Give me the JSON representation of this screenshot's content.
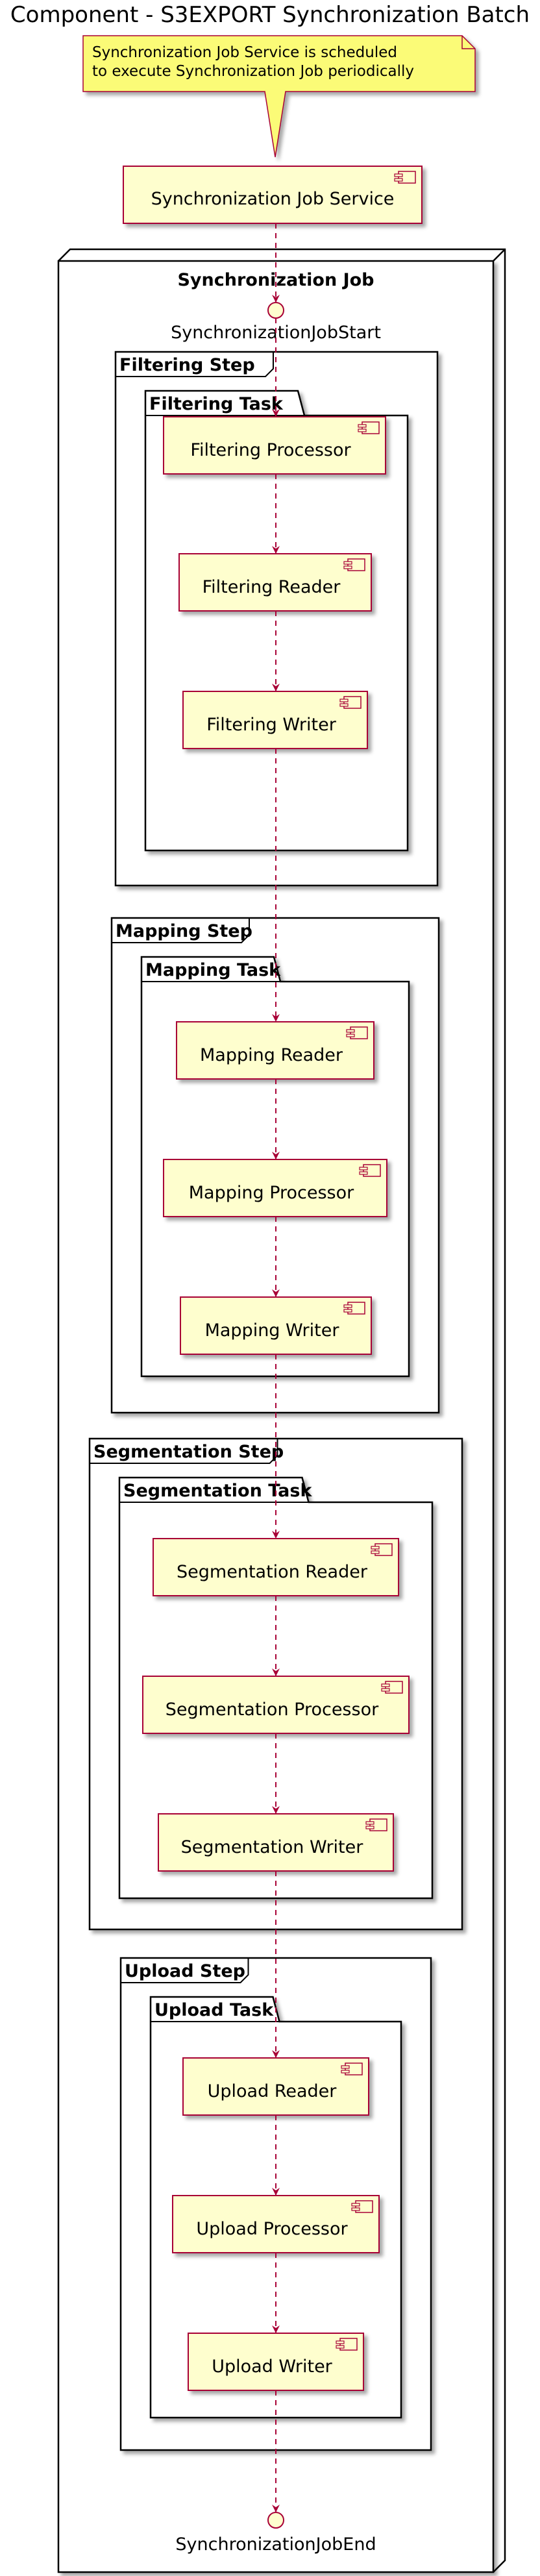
{
  "title": "Component - S3EXPORT Synchronization Batch",
  "note": {
    "line1": "Synchronization Job Service is scheduled",
    "line2": "to execute Synchronization Job periodically"
  },
  "service": {
    "label": "Synchronization Job Service"
  },
  "job": {
    "label": "Synchronization Job",
    "start": "SynchronizationJobStart",
    "end": "SynchronizationJobEnd",
    "steps": [
      {
        "step_label": "Filtering Step",
        "task_label": "Filtering Task",
        "components": [
          "Filtering Processor",
          "Filtering Reader",
          "Filtering Writer"
        ]
      },
      {
        "step_label": "Mapping Step",
        "task_label": "Mapping Task",
        "components": [
          "Mapping Reader",
          "Mapping Processor",
          "Mapping Writer"
        ]
      },
      {
        "step_label": "Segmentation Step",
        "task_label": "Segmentation Task",
        "components": [
          "Segmentation Reader",
          "Segmentation Processor",
          "Segmentation Writer"
        ]
      },
      {
        "step_label": "Upload Step",
        "task_label": "Upload Task",
        "components": [
          "Upload Reader",
          "Upload Processor",
          "Upload Writer"
        ]
      }
    ]
  },
  "colors": {
    "component_fill": "#FEFECE",
    "border": "#A80036",
    "note_fill": "#FBFB77",
    "arrow": "#A80036"
  }
}
